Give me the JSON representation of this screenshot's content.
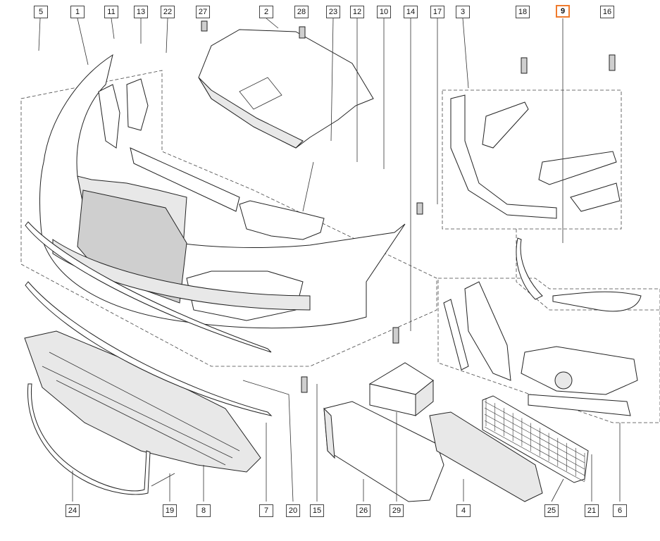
{
  "diagram": {
    "selected_callout": "9",
    "colors": {
      "selected_border": "#f07b2d",
      "line": "#222222",
      "background": "#ffffff"
    },
    "callouts": [
      {
        "id": "5",
        "label": "5"
      },
      {
        "id": "1",
        "label": "1"
      },
      {
        "id": "11",
        "label": "11"
      },
      {
        "id": "13",
        "label": "13"
      },
      {
        "id": "22",
        "label": "22"
      },
      {
        "id": "27",
        "label": "27"
      },
      {
        "id": "2",
        "label": "2"
      },
      {
        "id": "28",
        "label": "28"
      },
      {
        "id": "23",
        "label": "23"
      },
      {
        "id": "12",
        "label": "12"
      },
      {
        "id": "10",
        "label": "10"
      },
      {
        "id": "14",
        "label": "14"
      },
      {
        "id": "17",
        "label": "17"
      },
      {
        "id": "3",
        "label": "3"
      },
      {
        "id": "18",
        "label": "18"
      },
      {
        "id": "9",
        "label": "9"
      },
      {
        "id": "16",
        "label": "16"
      },
      {
        "id": "24",
        "label": "24"
      },
      {
        "id": "19",
        "label": "19"
      },
      {
        "id": "8",
        "label": "8"
      },
      {
        "id": "7",
        "label": "7"
      },
      {
        "id": "20",
        "label": "20"
      },
      {
        "id": "15",
        "label": "15"
      },
      {
        "id": "26",
        "label": "26"
      },
      {
        "id": "29",
        "label": "29"
      },
      {
        "id": "4",
        "label": "4"
      },
      {
        "id": "25",
        "label": "25"
      },
      {
        "id": "21",
        "label": "21"
      },
      {
        "id": "6",
        "label": "6"
      }
    ]
  }
}
